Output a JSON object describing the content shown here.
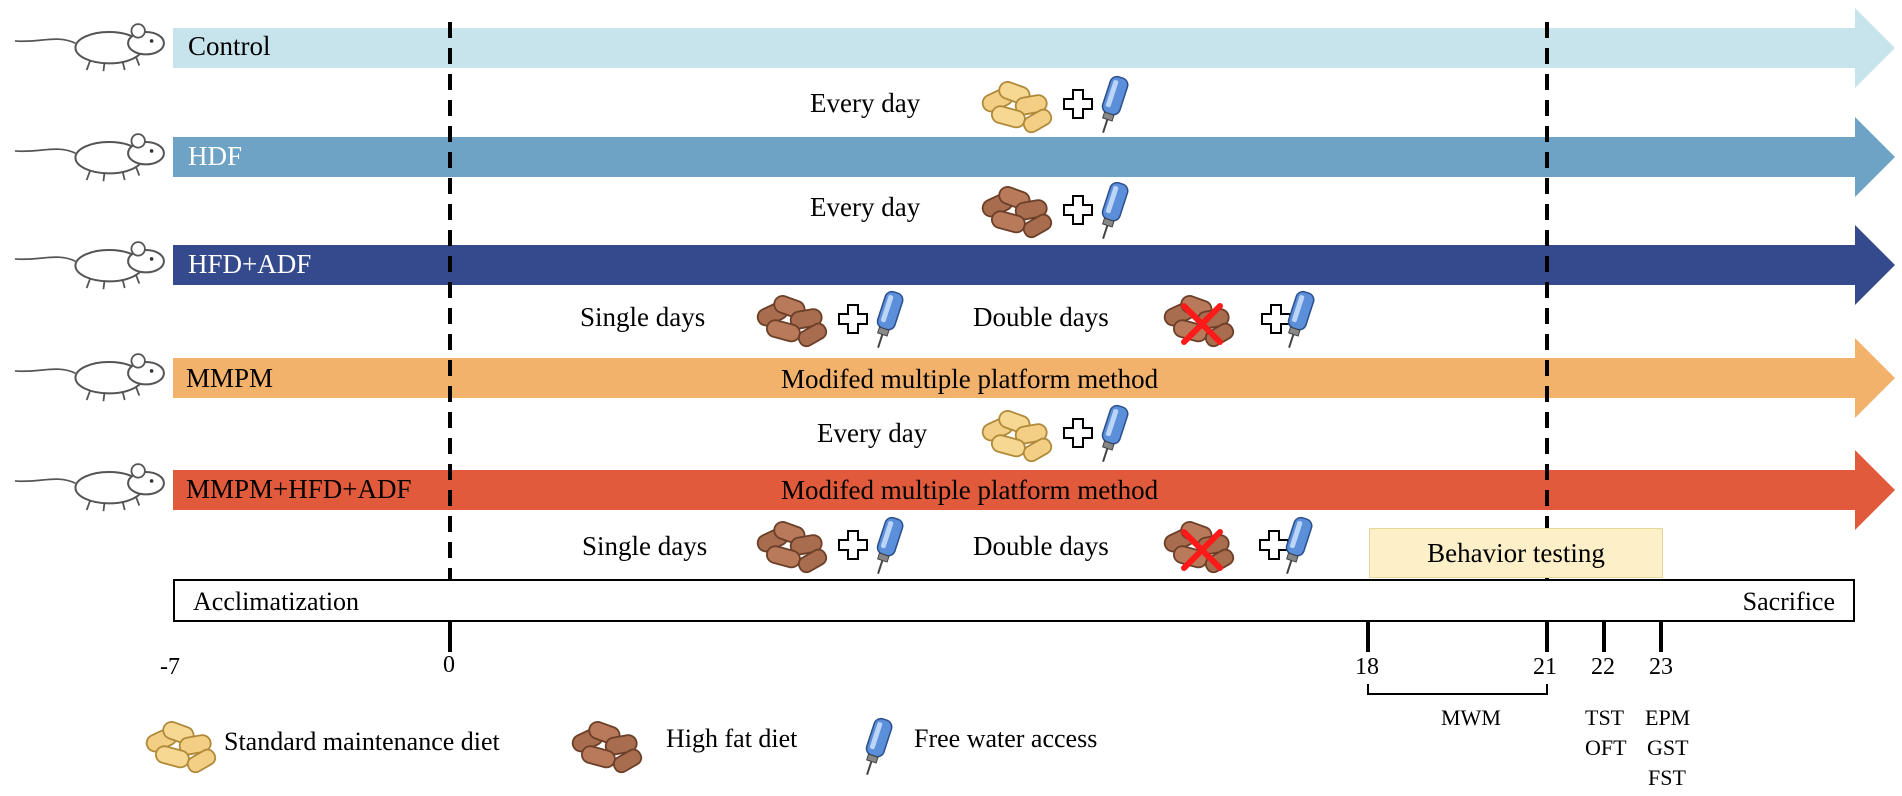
{
  "groups": [
    {
      "label": "Control",
      "color": "#c7e4ec",
      "text_color": "#000000",
      "center_label": ""
    },
    {
      "label": "HDF",
      "color": "#6fa3c6",
      "text_color": "#ffffff",
      "center_label": ""
    },
    {
      "label": "HFD+ADF",
      "color": "#354a8c",
      "text_color": "#ffffff",
      "center_label": ""
    },
    {
      "label": "MMPM",
      "color": "#f3b26c",
      "text_color": "#000000",
      "center_label": "Modifed multiple platform method"
    },
    {
      "label": "MMPM+HFD+ADF",
      "color": "#e15a3c",
      "text_color": "#000000",
      "center_label": "Modifed multiple platform method"
    }
  ],
  "diet_rows": [
    {
      "items": [
        {
          "label": "Every day",
          "food": "standard-diet",
          "crossed": false
        }
      ]
    },
    {
      "items": [
        {
          "label": "Every day",
          "food": "high-fat-diet",
          "crossed": false
        }
      ]
    },
    {
      "items": [
        {
          "label": "Single days",
          "food": "high-fat-diet",
          "crossed": false
        },
        {
          "label": "Double days",
          "food": "high-fat-diet",
          "crossed": true
        }
      ]
    },
    {
      "items": [
        {
          "label": "Every day",
          "food": "standard-diet",
          "crossed": false
        }
      ]
    },
    {
      "items": [
        {
          "label": "Single days",
          "food": "high-fat-diet",
          "crossed": false
        },
        {
          "label": "Double days",
          "food": "high-fat-diet",
          "crossed": true
        }
      ]
    }
  ],
  "timeline": {
    "start_label": "Acclimatization",
    "end_label": "Sacrifice",
    "behavior_label": "Behavior testing",
    "ticks": [
      "-7",
      "0",
      "18",
      "21",
      "22",
      "23"
    ],
    "tests": {
      "mwm": "MWM",
      "day22": [
        "TST",
        "OFT"
      ],
      "day23": [
        "EPM",
        "GST",
        "FST"
      ]
    }
  },
  "legend": {
    "standard": "Standard maintenance diet",
    "high_fat": "High fat diet",
    "water": "Free water access"
  },
  "colors": {
    "standard_food": "#f3cf85",
    "high_fat_food": "#a86c4e",
    "water_bottle": "#5b8fd9",
    "cross": "#ff1a1a"
  }
}
